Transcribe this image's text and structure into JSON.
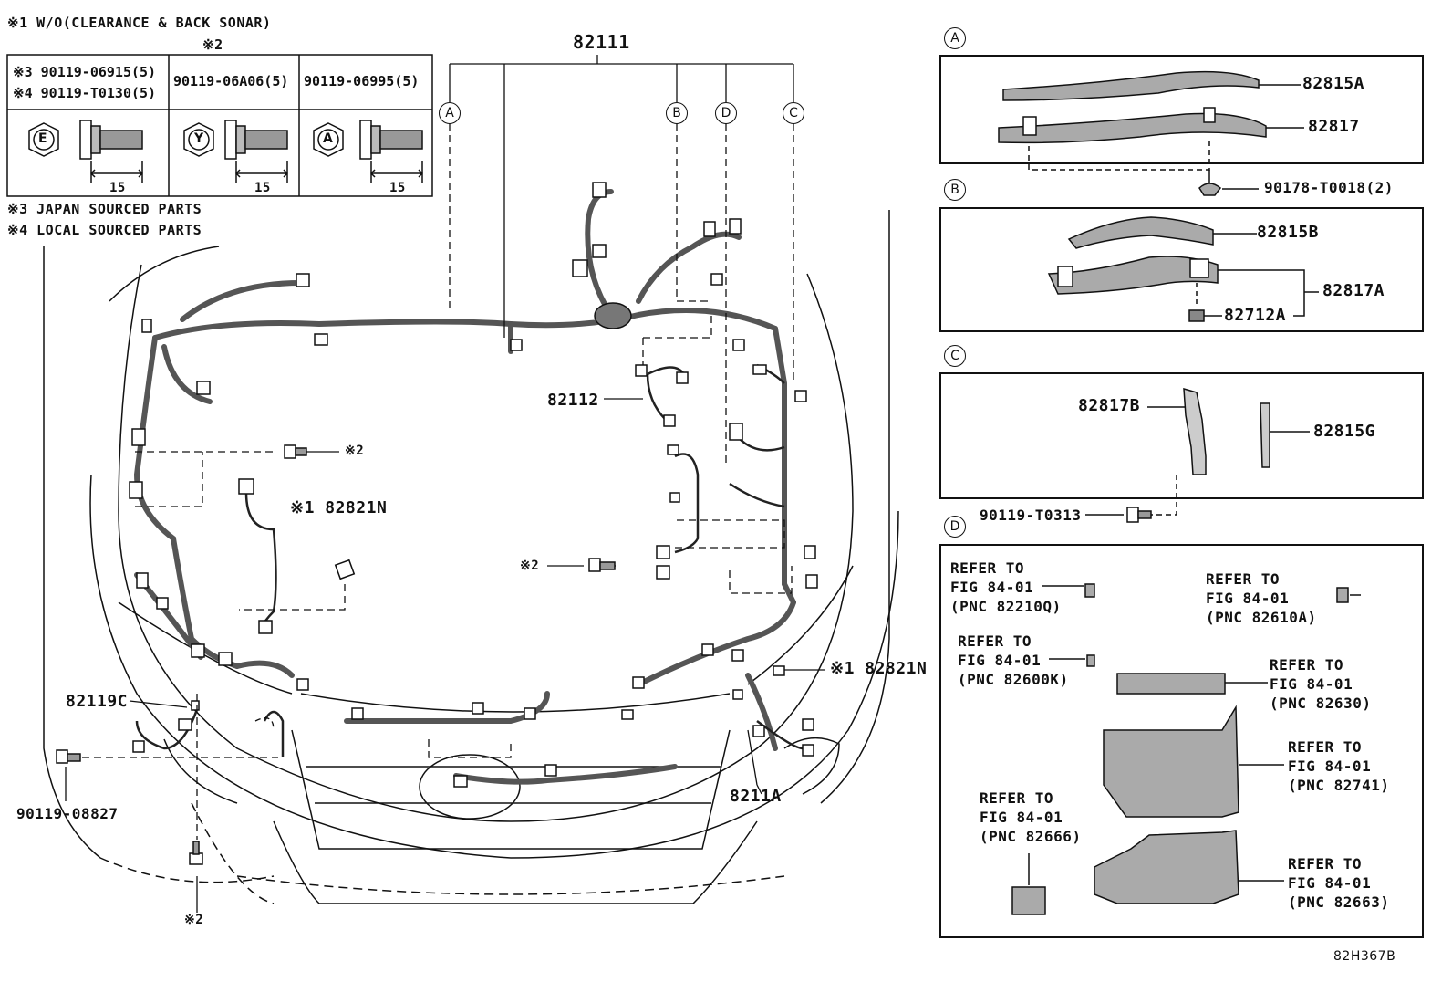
{
  "notes": {
    "note1": "※1 W/O(CLEARANCE & BACK SONAR)",
    "note2_header": "※2",
    "note3": "※3 JAPAN SOURCED PARTS",
    "note4": "※4 LOCAL SOURCED PARTS"
  },
  "bolt_table": {
    "col1_line1": "※3 90119-06915(5)",
    "col1_line2": "※4 90119-T0130(5)",
    "col2": "90119-06A06(5)",
    "col3": "90119-06995(5)",
    "head_marks": [
      "E",
      "Y",
      "A"
    ],
    "dimension": "15"
  },
  "main_labels": {
    "harness_main": "82111",
    "harness_82112": "82112",
    "clip_82821N_top": "※1 82821N",
    "clip_82821N_right": "※1 82821N",
    "harness_82119C": "82119C",
    "harness_8211A": "8211A",
    "bolt_90119_08827": "90119-08827",
    "bolt_mark_left": "※2",
    "bolt_mark_center": "※2",
    "bolt_mark_bottom": "※2"
  },
  "callouts": [
    "A",
    "B",
    "D",
    "C"
  ],
  "panel_A": {
    "circle": "A",
    "p1": "82815A",
    "p2": "82817",
    "p3": "90178-T0018(2)"
  },
  "panel_B": {
    "circle": "B",
    "p1": "82815B",
    "p2": "82817A",
    "p3": "82712A"
  },
  "panel_C": {
    "circle": "C",
    "p1": "82817B",
    "p2": "82815G",
    "p3": "90119-T0313"
  },
  "panel_D": {
    "circle": "D",
    "refs": [
      "REFER TO\nFIG 84-01\n(PNC 82210Q)",
      "REFER TO\nFIG 84-01\n(PNC 82610A)",
      "REFER TO\nFIG 84-01\n(PNC 82600K)",
      "REFER TO\nFIG 84-01\n(PNC 82630)",
      "REFER TO\nFIG 84-01\n(PNC 82741)",
      "REFER TO\nFIG 84-01\n(PNC 82666)",
      "REFER TO\nFIG 84-01\n(PNC 82663)"
    ]
  },
  "figure_code": "82H367B"
}
